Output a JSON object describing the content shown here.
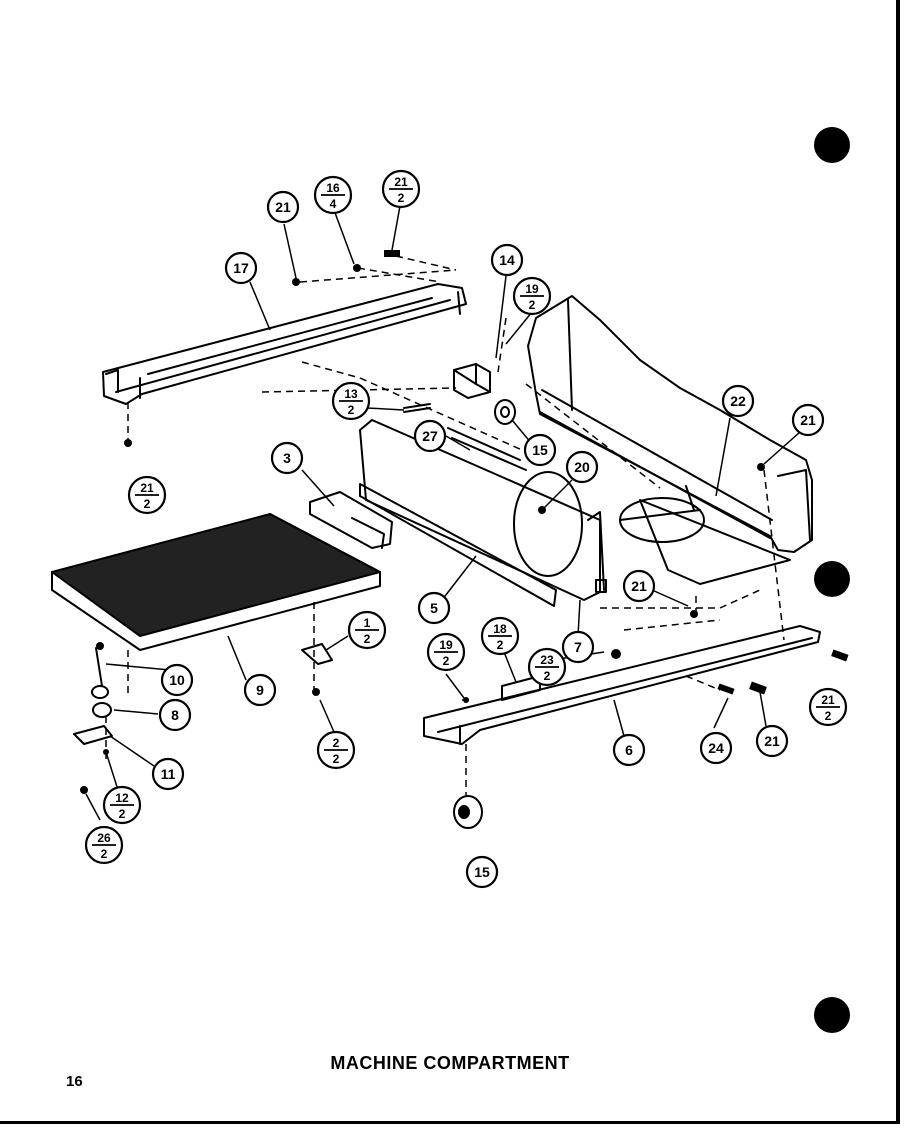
{
  "title": "MACHINE COMPARTMENT",
  "page_number": "16",
  "callouts": [
    {
      "id": "c-21-a",
      "text": "21"
    },
    {
      "id": "c-16-4",
      "num": "16",
      "den": "4"
    },
    {
      "id": "c-21-2-a",
      "num": "21",
      "den": "2"
    },
    {
      "id": "c-17",
      "text": "17"
    },
    {
      "id": "c-14",
      "text": "14"
    },
    {
      "id": "c-19-2-a",
      "num": "19",
      "den": "2"
    },
    {
      "id": "c-13-2",
      "num": "13",
      "den": "2"
    },
    {
      "id": "c-27",
      "text": "27"
    },
    {
      "id": "c-15-a",
      "text": "15"
    },
    {
      "id": "c-22",
      "text": "22"
    },
    {
      "id": "c-21-b",
      "text": "21"
    },
    {
      "id": "c-21-2-b",
      "num": "21",
      "den": "2"
    },
    {
      "id": "c-3",
      "text": "3"
    },
    {
      "id": "c-20",
      "text": "20"
    },
    {
      "id": "c-21-c",
      "text": "21"
    },
    {
      "id": "c-5",
      "text": "5"
    },
    {
      "id": "c-7",
      "text": "7"
    },
    {
      "id": "c-1-2",
      "num": "1",
      "den": "2"
    },
    {
      "id": "c-19-2-b",
      "num": "19",
      "den": "2"
    },
    {
      "id": "c-18-2",
      "num": "18",
      "den": "2"
    },
    {
      "id": "c-23-2",
      "num": "23",
      "den": "2"
    },
    {
      "id": "c-21-2-c",
      "num": "21",
      "den": "2"
    },
    {
      "id": "c-10",
      "text": "10"
    },
    {
      "id": "c-9",
      "text": "9"
    },
    {
      "id": "c-8",
      "text": "8"
    },
    {
      "id": "c-2-2",
      "num": "2",
      "den": "2"
    },
    {
      "id": "c-6",
      "text": "6"
    },
    {
      "id": "c-24",
      "text": "24"
    },
    {
      "id": "c-21-d",
      "text": "21"
    },
    {
      "id": "c-11",
      "text": "11"
    },
    {
      "id": "c-12-2",
      "num": "12",
      "den": "2"
    },
    {
      "id": "c-26-2",
      "num": "26",
      "den": "2"
    },
    {
      "id": "c-15-b",
      "text": "15"
    }
  ]
}
